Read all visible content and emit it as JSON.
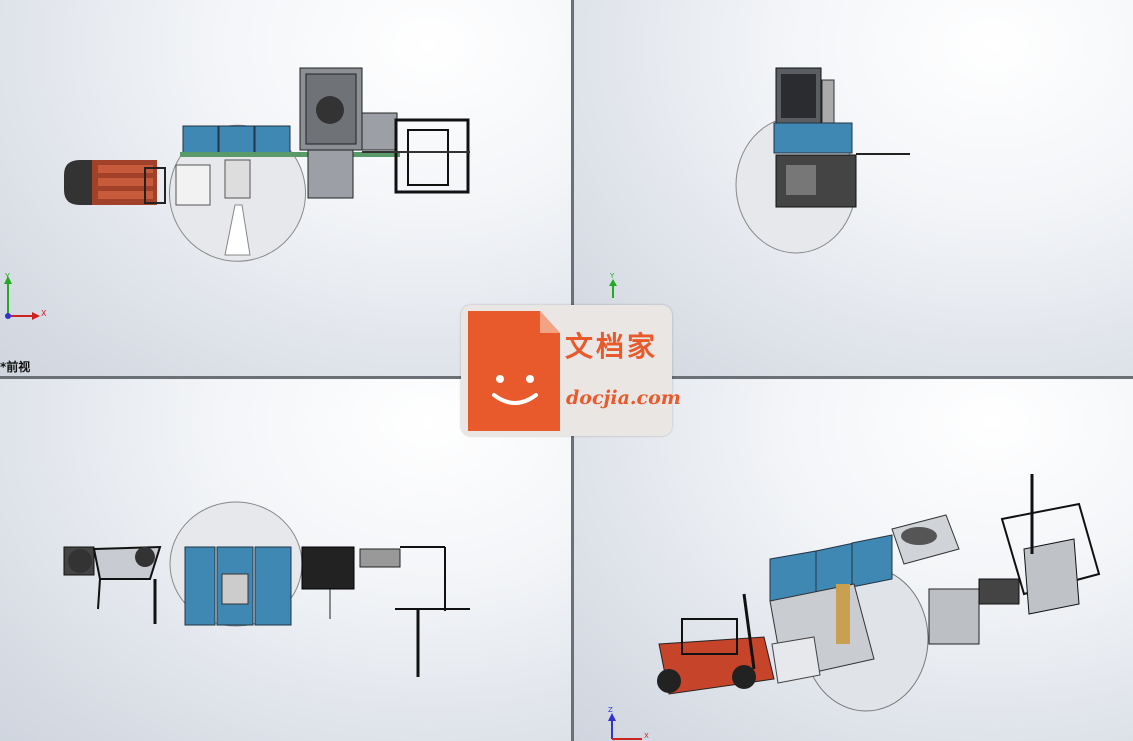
{
  "viewports": {
    "top_left": {
      "label": "*前视"
    },
    "top_right": {},
    "bottom_left": {},
    "bottom_right": {}
  },
  "axes": {
    "x": "X",
    "y": "Y",
    "z": "Z"
  },
  "watermark": {
    "cn_text": "文档家",
    "en_text": "docjia.com"
  },
  "colors": {
    "panel_blue": "#3f88b4",
    "forklift_orange": "#c6452a",
    "watermark_orange": "#e85a2c",
    "divider": "#6b6f76"
  }
}
